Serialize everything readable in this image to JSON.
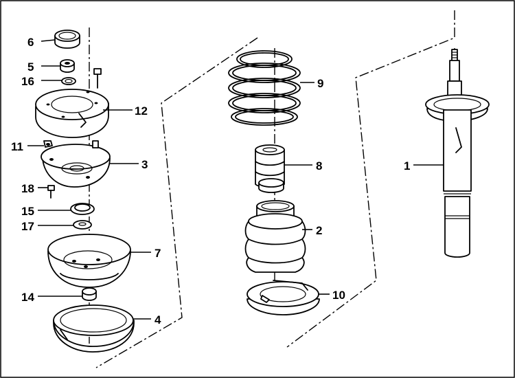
{
  "callouts": {
    "c1": "1",
    "c2": "2",
    "c3": "3",
    "c4": "4",
    "c5": "5",
    "c6": "6",
    "c7": "7",
    "c8": "8",
    "c9": "9",
    "c10": "10",
    "c11": "11",
    "c12": "12",
    "c14": "14",
    "c15": "15",
    "c16": "16",
    "c17": "17",
    "c18": "18"
  }
}
